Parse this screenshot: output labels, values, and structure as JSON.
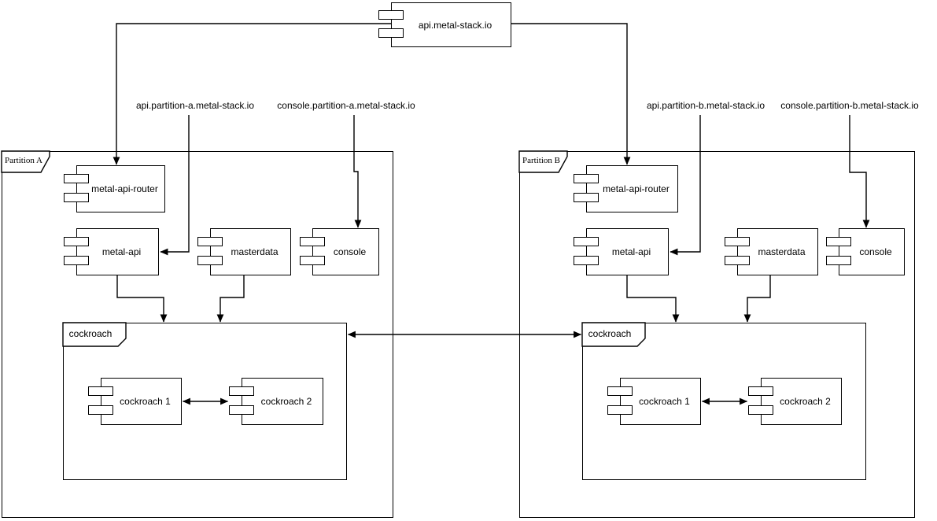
{
  "colors": {
    "stroke": "#000000",
    "background": "#ffffff"
  },
  "root_component": {
    "label": "api.metal-stack.io"
  },
  "dns_labels": {
    "api_a": "api.partition-a.metal-stack.io",
    "console_a": "console.partition-a.metal-stack.io",
    "api_b": "api.partition-b.metal-stack.io",
    "console_b": "console.partition-b.metal-stack.io"
  },
  "partition_a": {
    "title": "Partition A",
    "router": "metal-api-router",
    "api": "metal-api",
    "masterdata": "masterdata",
    "console": "console",
    "cockroach": {
      "title": "cockroach",
      "node1": "cockroach 1",
      "node2": "cockroach 2"
    }
  },
  "partition_b": {
    "title": "Partition B",
    "router": "metal-api-router",
    "api": "metal-api",
    "masterdata": "masterdata",
    "console": "console",
    "cockroach": {
      "title": "cockroach",
      "node1": "cockroach 1",
      "node2": "cockroach 2"
    }
  }
}
